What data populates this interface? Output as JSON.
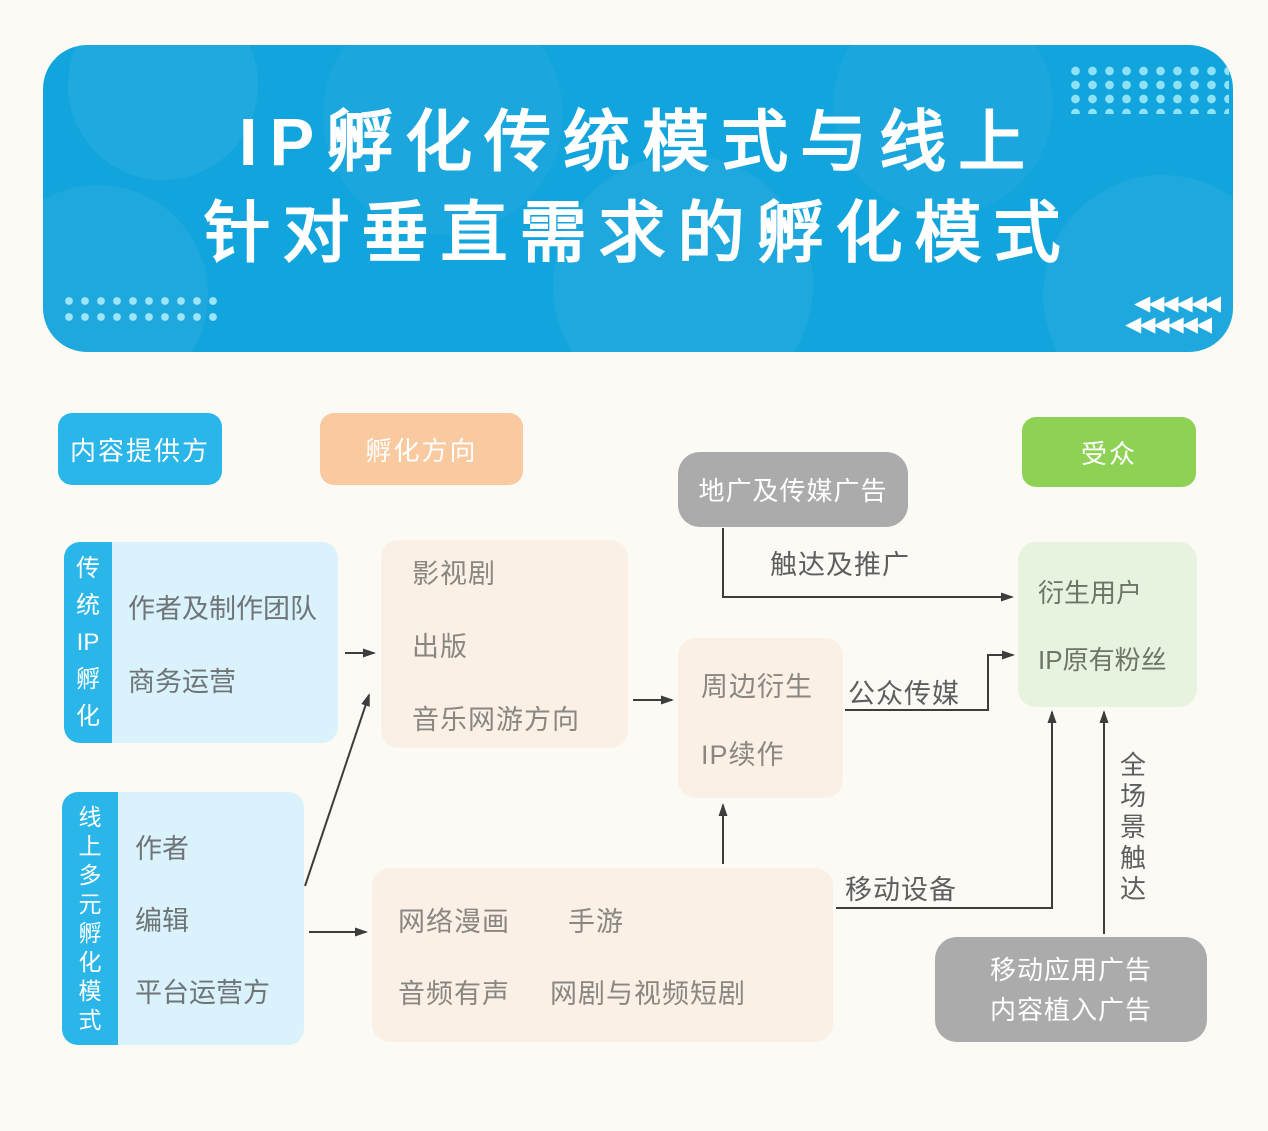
{
  "banner": {
    "title_lines": [
      "IP孵化传统模式与线上",
      "针对垂直需求的孵化模式"
    ],
    "triangle_row_1": "◀◀◀◀◀◀",
    "triangle_row_2": "◀◀◀◀◀◀"
  },
  "column_headers": {
    "content_provider": "内容提供方",
    "incubation_direction": "孵化方向",
    "audience": "受众"
  },
  "blocks": {
    "traditional": {
      "tab": "传\n统\nIP\n孵\n化",
      "lines": [
        "作者及制作团队",
        "商务运营"
      ]
    },
    "online_multi": {
      "tab": "线\n上\n多\n元\n孵\n化\n模\n式",
      "lines": [
        "作者",
        "编辑",
        "平台运营方"
      ]
    },
    "direction_traditional": {
      "lines": [
        "影视剧",
        "出版",
        "音乐网游方向"
      ]
    },
    "derivative": {
      "lines": [
        "周边衍生",
        "IP续作"
      ]
    },
    "online_products": {
      "row1": [
        "网络漫画",
        "手游"
      ],
      "row2": [
        "音频有声",
        "网剧与视频短剧"
      ]
    },
    "audience_users": {
      "lines": [
        "衍生用户",
        "IP原有粉丝"
      ]
    },
    "ad_ground": "地广及传媒广告",
    "ad_mobile": {
      "lines": [
        "移动应用广告",
        "内容植入广告"
      ]
    }
  },
  "arrow_labels": {
    "reach_and_promote": "触达及推广",
    "public_media": "公众传媒",
    "mobile_device": "移动设备",
    "full_scene_reach": "全\n场\n景\n触\n达"
  },
  "colors": {
    "banner_blue": "#12A4DC",
    "pill_blue": "#2BB6E9",
    "pill_peach": "#F9C9A0",
    "pill_green": "#8ED255",
    "light_blue_body": "#D9F2FB",
    "cream_box": "#FAF0E6",
    "light_green_box": "#E7F3DE",
    "gray_box": "#ABABAB",
    "connector_line": "#3D3D3D"
  }
}
